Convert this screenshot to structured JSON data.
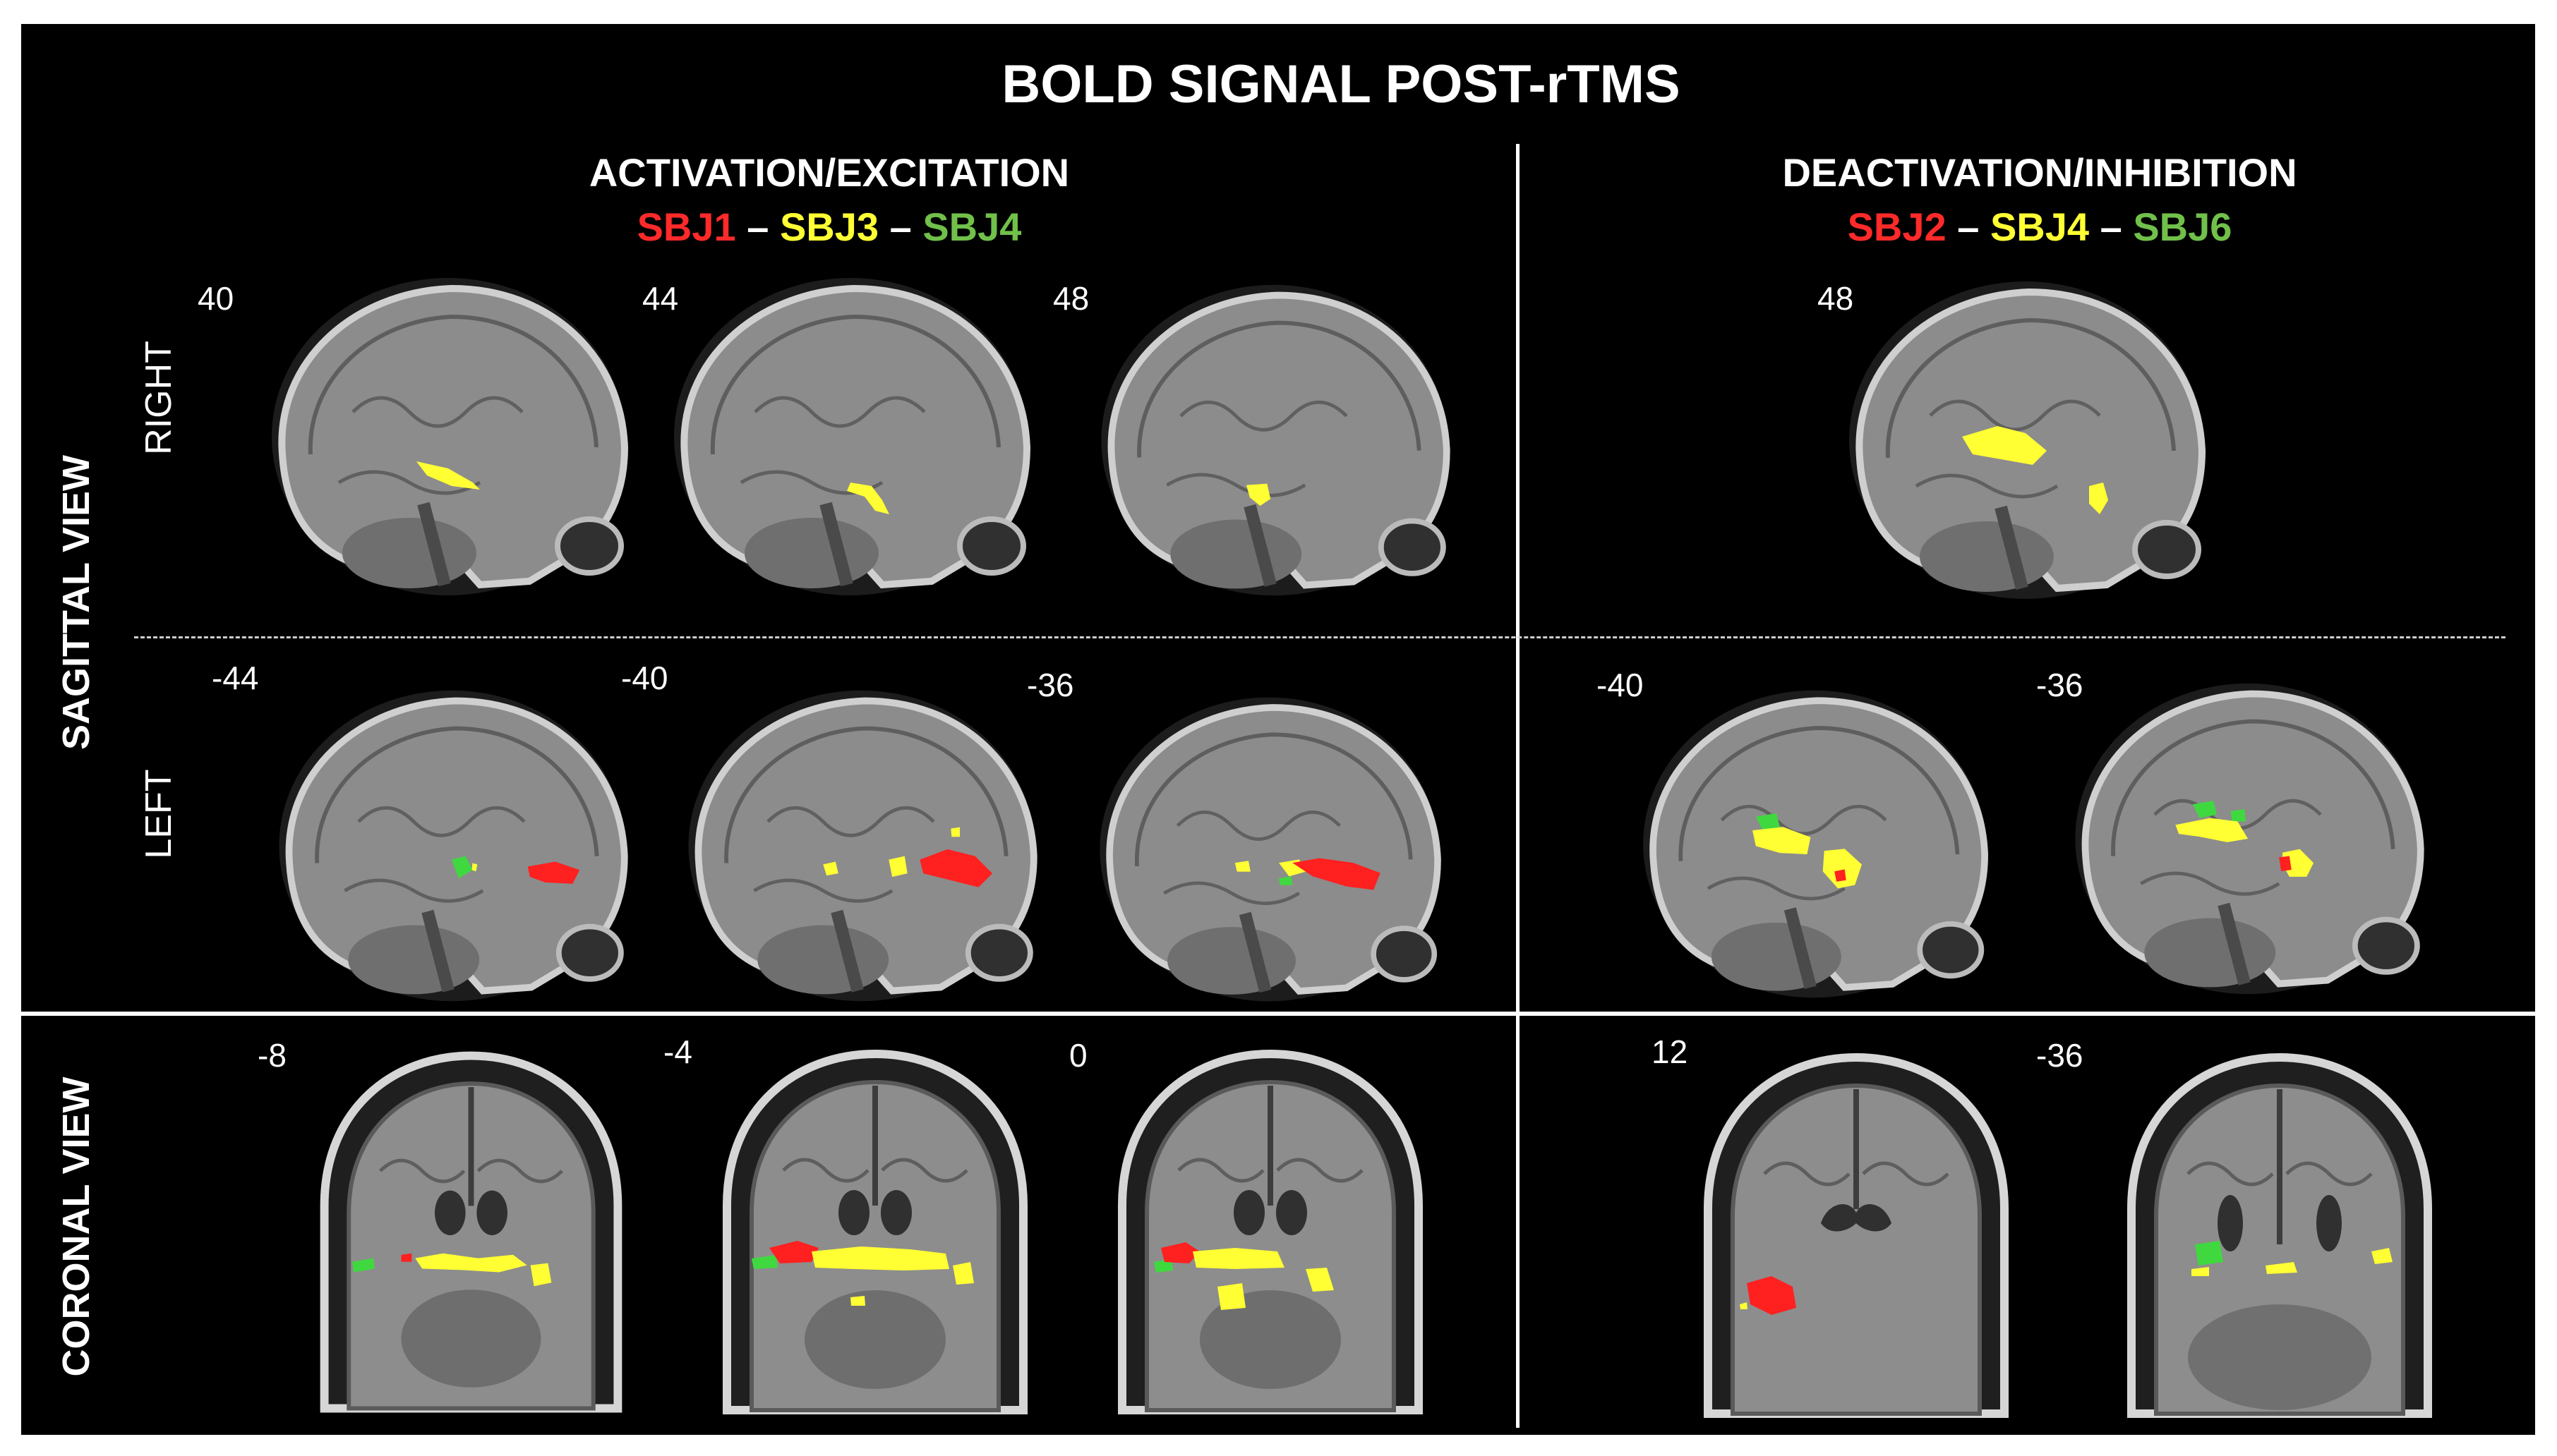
{
  "title": "BOLD SIGNAL POST-rTMS",
  "colors": {
    "background": "#000000",
    "text": "#ffffff",
    "red": "#ff2a2a",
    "yellow": "#ffff33",
    "green": "#70c04a"
  },
  "views": {
    "sagittal": "SAGITTAL VIEW",
    "coronal": "CORONAL VIEW"
  },
  "sides": {
    "right": "RIGHT",
    "left": "LEFT"
  },
  "panels": {
    "activation": {
      "heading": "ACTIVATION/EXCITATION",
      "subjects": [
        {
          "label": "SBJ1",
          "color": "#ff2a2a"
        },
        {
          "label": "SBJ3",
          "color": "#ffff33"
        },
        {
          "label": "SBJ4",
          "color": "#70c04a"
        }
      ],
      "separator": "–",
      "sagittal_right": [
        "40",
        "44",
        "48"
      ],
      "sagittal_left": [
        "-44",
        "-40",
        "-36"
      ],
      "coronal": [
        "-8",
        "-4",
        "0"
      ]
    },
    "deactivation": {
      "heading": "DEACTIVATION/INHIBITION",
      "subjects": [
        {
          "label": "SBJ2",
          "color": "#ff2a2a"
        },
        {
          "label": "SBJ4",
          "color": "#ffff33"
        },
        {
          "label": "SBJ6",
          "color": "#70c04a"
        }
      ],
      "separator": "–",
      "sagittal_right": [
        "48"
      ],
      "sagittal_left": [
        "-40",
        "-36"
      ],
      "coronal": [
        "12",
        "-36"
      ]
    }
  }
}
